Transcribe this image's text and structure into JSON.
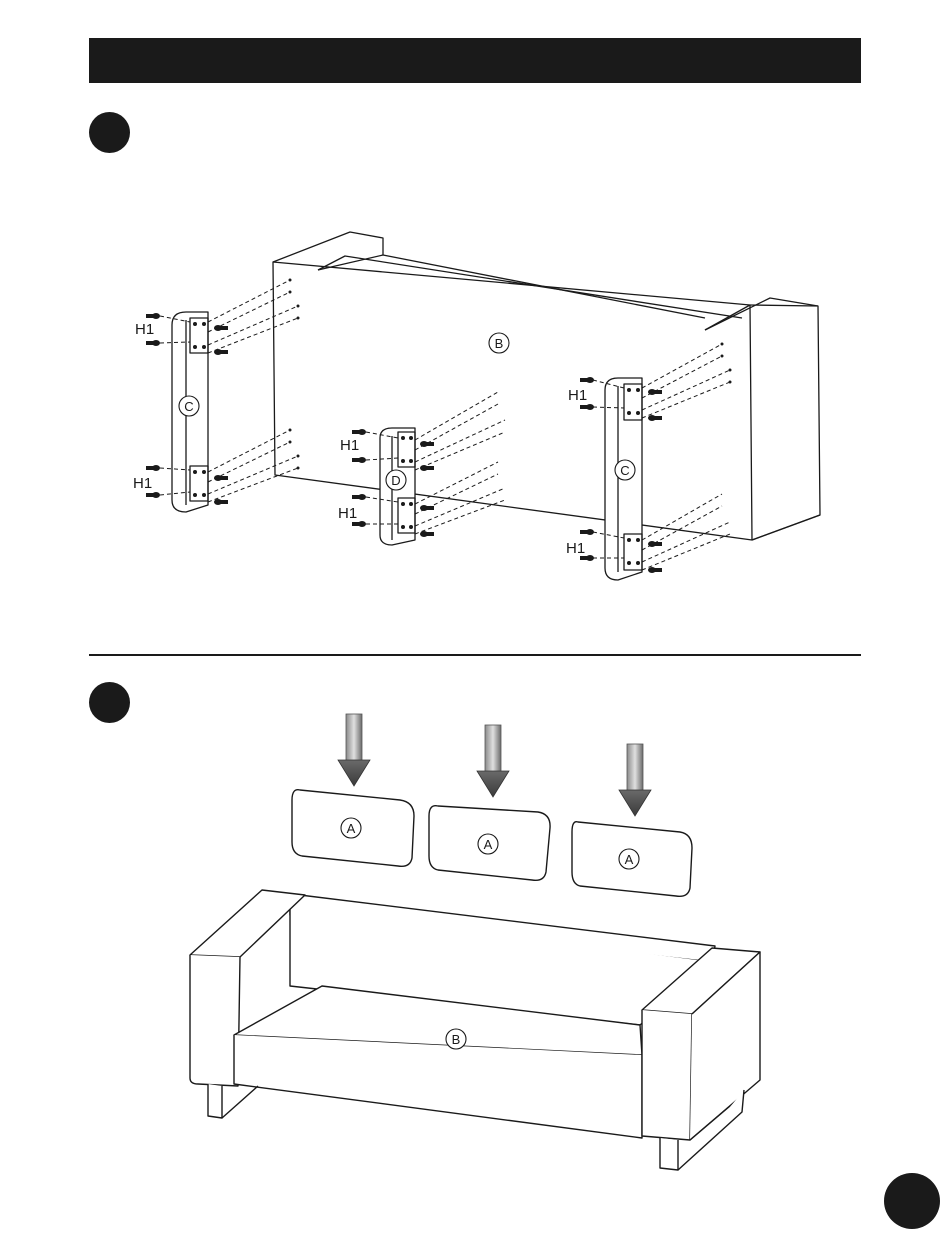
{
  "header": {
    "color": "#1a1a1a"
  },
  "step1": {
    "part_labels": {
      "board": "B",
      "leg_left": "C",
      "leg_middle": "D",
      "leg_right": "C"
    },
    "screw_label": "H1"
  },
  "step2": {
    "cushion_labels": [
      "A",
      "A",
      "A"
    ],
    "sofa_label": "B",
    "arrow_color": "#555555"
  },
  "colors": {
    "ink": "#1a1a1a",
    "paper": "#ffffff"
  }
}
